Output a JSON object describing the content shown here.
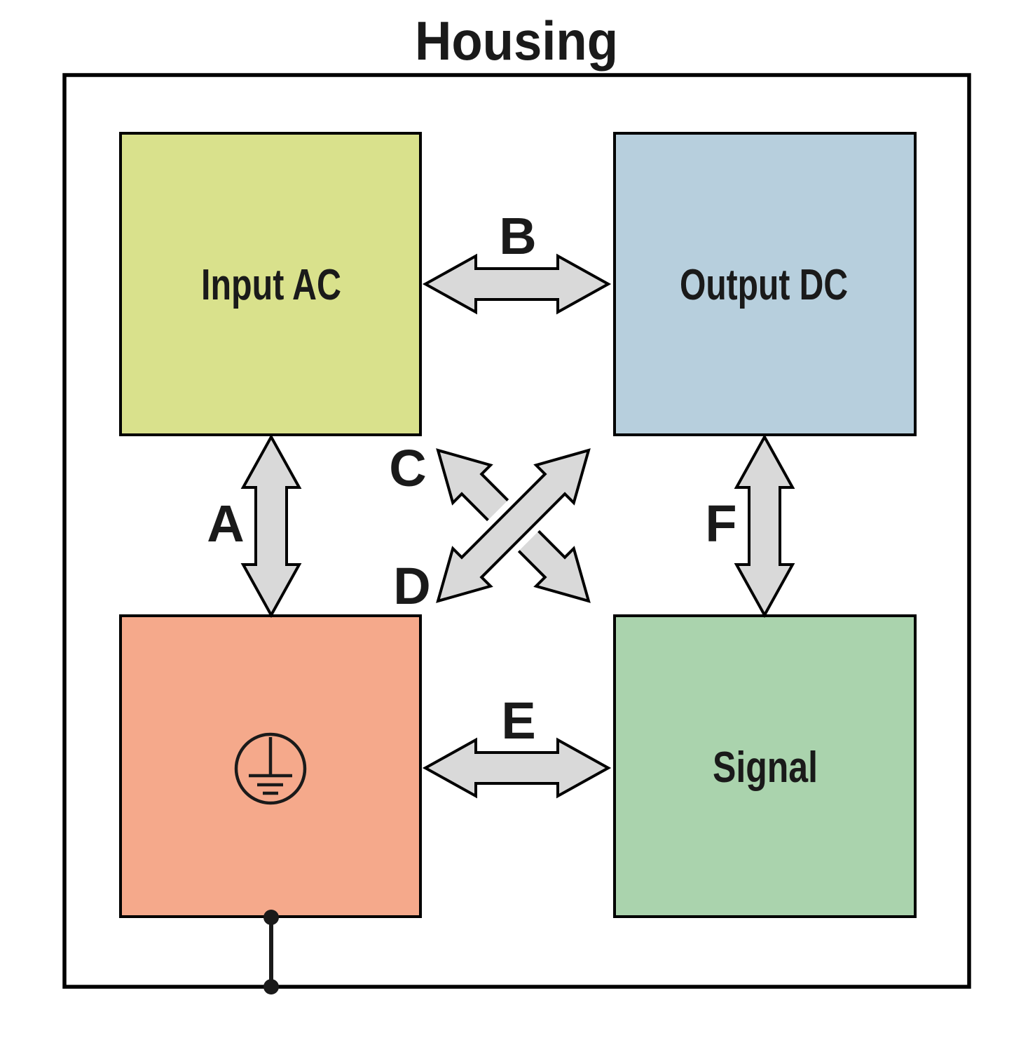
{
  "title": "Housing",
  "boxes": {
    "input_ac": {
      "label": "Input AC",
      "color": "#d9e18c"
    },
    "output_dc": {
      "label": "Output DC",
      "color": "#b7cfdd"
    },
    "protective_earth": {
      "icon": "protective-earth-ground-symbol",
      "color": "#f5a98b"
    },
    "signal": {
      "label": "Signal",
      "color": "#aad3ad"
    }
  },
  "arrows": {
    "a": {
      "label": "A",
      "connects": "Input AC — Protective Earth"
    },
    "b": {
      "label": "B",
      "connects": "Input AC — Output DC"
    },
    "c": {
      "label": "C",
      "connects": "Input AC — Signal"
    },
    "d": {
      "label": "D",
      "connects": "Protective Earth — Output DC"
    },
    "e": {
      "label": "E",
      "connects": "Protective Earth — Signal"
    },
    "f": {
      "label": "F",
      "connects": "Output DC — Signal"
    }
  },
  "colors": {
    "background": "#ffffff",
    "outline": "#000000",
    "arrow_fill": "#d9d9d9",
    "text": "#1a1a1a"
  }
}
